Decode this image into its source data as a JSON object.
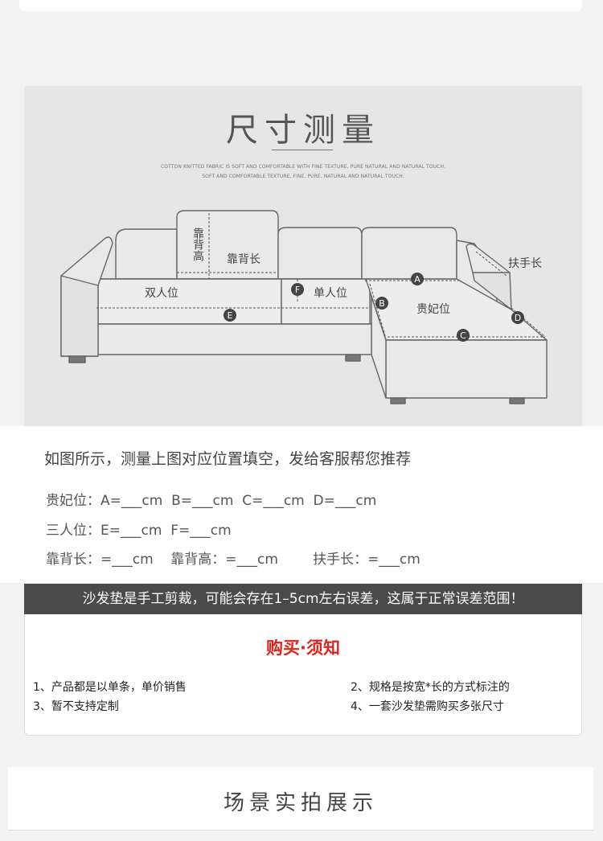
{
  "section_title": "尺寸测量",
  "subtitle_lines": [
    "COTTON KNITTED FABRIC IS SOFT AND COMFORTABLE WITH FINE TEXTURE, PURE NATURAL AND NATURAL TOUCH.",
    "SOFT AND COMFORTABLE TEXTURE, FINE, PURE, NATURAL AND NATURAL TOUCH."
  ],
  "diagram_labels": {
    "back_height": "靠背高",
    "back_length": "靠背长",
    "double_seat": "双人位",
    "single_seat": "单人位",
    "chaise": "贵妃位",
    "armrest_length": "扶手长",
    "marker_a": "A",
    "marker_b": "B",
    "marker_c": "C",
    "marker_d": "D",
    "marker_e": "E",
    "marker_f": "F"
  },
  "intro_text": "如图所示，测量上图对应位置填空，发给客服帮您推荐",
  "measure_lines": [
    "贵妃位：A=___cm  B=___cm  C=___cm  D=___cm",
    "三人位：E=___cm  F=___cm",
    "靠背长：=___cm    靠背高：=___cm        扶手长：=___cm"
  ],
  "notice": "沙发垫是手工剪裁，可能会存在1–5cm左右误差，这属于正常误差范围！",
  "purchase": {
    "title": "购买·须知",
    "rules": [
      "1、产品都是以单条，单价销售",
      "2、规格是按宽*长的方式标注的",
      "3、暂不支持定制",
      "4、一套沙发垫需购买多张尺寸"
    ]
  },
  "scene_title": "场景实拍展示",
  "colors": {
    "notice_bg": "#4a4a4a",
    "buy_title": "#e0241c",
    "panel_bg": "#e6e6e6"
  }
}
